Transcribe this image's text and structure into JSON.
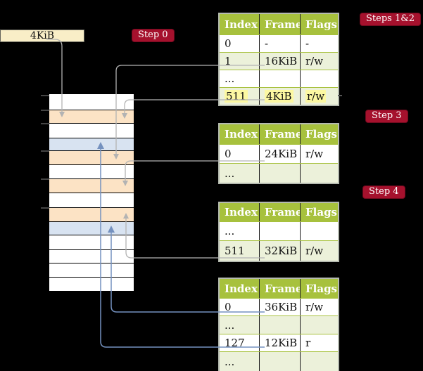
{
  "ram_label": {
    "text": "4KiB"
  },
  "badges": [
    {
      "id": "step-0",
      "label": "Step 0"
    },
    {
      "id": "steps-1-2",
      "label": "Steps 1&2"
    },
    {
      "id": "step-3",
      "label": "Step 3"
    },
    {
      "id": "step-4",
      "label": "Step 4"
    }
  ],
  "page_tables": [
    {
      "id": "level-4-table",
      "headers": [
        "Index",
        "Frame",
        "Flags"
      ],
      "rows": [
        {
          "index": "0",
          "frame": "-",
          "flags": "-",
          "shaded": false,
          "highlighted": false
        },
        {
          "index": "1",
          "frame": "16KiB",
          "flags": "r/w",
          "shaded": true,
          "highlighted": false
        },
        {
          "index": "...",
          "frame": "",
          "flags": "",
          "shaded": false,
          "highlighted": false
        },
        {
          "index": "511",
          "frame": "4KiB",
          "flags": "r/w",
          "shaded": true,
          "highlighted": true
        }
      ]
    },
    {
      "id": "level-3-table",
      "headers": [
        "Index",
        "Frame",
        "Flags"
      ],
      "rows": [
        {
          "index": "0",
          "frame": "24KiB",
          "flags": "r/w",
          "shaded": false,
          "highlighted": false
        },
        {
          "index": "...",
          "frame": "",
          "flags": "",
          "shaded": true,
          "highlighted": false
        }
      ]
    },
    {
      "id": "level-2-table",
      "headers": [
        "Index",
        "Frame",
        "Flags"
      ],
      "rows": [
        {
          "index": "...",
          "frame": "",
          "flags": "",
          "shaded": false,
          "highlighted": false
        },
        {
          "index": "511",
          "frame": "32KiB",
          "flags": "r/w",
          "shaded": true,
          "highlighted": false
        }
      ]
    },
    {
      "id": "level-1-table",
      "headers": [
        "Index",
        "Frame",
        "Flags"
      ],
      "rows": [
        {
          "index": "0",
          "frame": "36KiB",
          "flags": "r/w",
          "shaded": false,
          "highlighted": false
        },
        {
          "index": "...",
          "frame": "",
          "flags": "",
          "shaded": true,
          "highlighted": false
        },
        {
          "index": "127",
          "frame": "12KiB",
          "flags": "r",
          "shaded": false,
          "highlighted": false
        },
        {
          "index": "...",
          "frame": "",
          "flags": "",
          "shaded": true,
          "highlighted": false
        }
      ]
    }
  ],
  "memory": {
    "rows": [
      {
        "kind": "plain"
      },
      {
        "kind": "table"
      },
      {
        "kind": "plain"
      },
      {
        "kind": "page"
      },
      {
        "kind": "table"
      },
      {
        "kind": "plain"
      },
      {
        "kind": "table"
      },
      {
        "kind": "plain"
      },
      {
        "kind": "table"
      },
      {
        "kind": "page"
      },
      {
        "kind": "plain"
      },
      {
        "kind": "plain"
      },
      {
        "kind": "plain"
      },
      {
        "kind": "plain"
      }
    ]
  },
  "colors": {
    "header_green": "#a7c13d",
    "row_green": "#ecf1da",
    "table_orange": "#fce3c5",
    "page_blue": "#d8e3f1",
    "badge_red": "#a5112d",
    "highlight_yellow": "#fcf8a2",
    "gray_wire": "#b3b3b3",
    "blue_wire": "#7491bf",
    "cream": "#f9eec7"
  }
}
